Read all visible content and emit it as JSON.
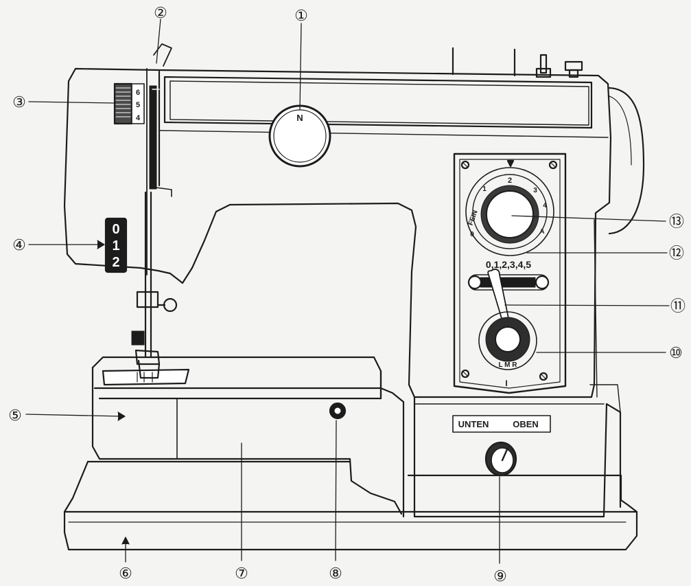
{
  "callouts": [
    {
      "id": 1,
      "label": "①"
    },
    {
      "id": 2,
      "label": "②"
    },
    {
      "id": 3,
      "label": "③"
    },
    {
      "id": 4,
      "label": "④"
    },
    {
      "id": 5,
      "label": "⑤"
    },
    {
      "id": 6,
      "label": "⑥"
    },
    {
      "id": 7,
      "label": "⑦"
    },
    {
      "id": 8,
      "label": "⑧"
    },
    {
      "id": 9,
      "label": "⑨"
    },
    {
      "id": 10,
      "label": "⑩"
    },
    {
      "id": 11,
      "label": "⑪"
    },
    {
      "id": 12,
      "label": "⑫"
    },
    {
      "id": 13,
      "label": "⑬"
    }
  ],
  "machine": {
    "tension_knob_letter": "N",
    "stitch_length_scale": [
      "6",
      "5",
      "4"
    ],
    "presser_window_digits": [
      "0",
      "1",
      "2"
    ],
    "panel": {
      "width_scale": "0,1,2,3,4,5",
      "dial_letters_fein": "FEIN",
      "dial_zero": "0",
      "dial_a": "A",
      "dial_numbers": [
        "1",
        "2",
        "3",
        "4"
      ],
      "position_letters": "L M R",
      "bottom_mark": "I"
    },
    "base_plate": {
      "left": "UNTEN",
      "right": "OBEN"
    }
  },
  "colors": {
    "ink": "#1c1c1c",
    "paper": "#f4f4f2"
  }
}
